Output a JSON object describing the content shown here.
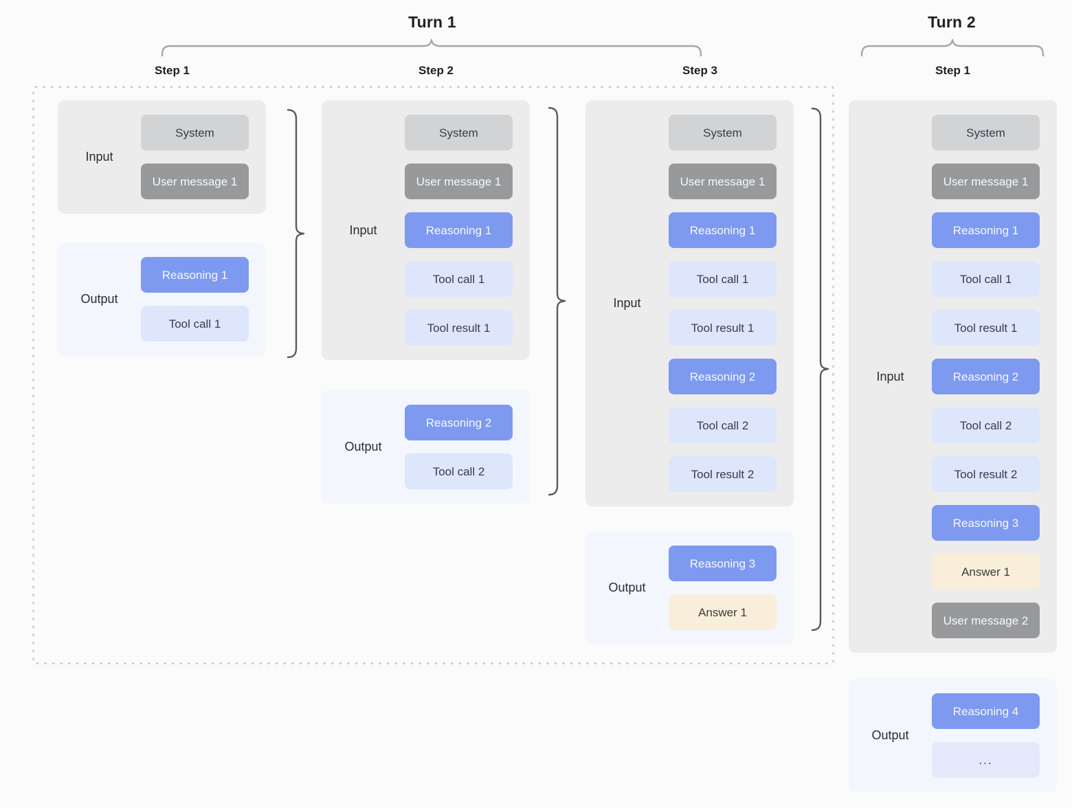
{
  "turns": [
    {
      "label": "Turn 1"
    },
    {
      "label": "Turn 2"
    }
  ],
  "columns": [
    {
      "step_label": "Step 1",
      "input": {
        "label": "Input",
        "items": [
          {
            "text": "System",
            "type": "system"
          },
          {
            "text": "User message 1",
            "type": "user"
          }
        ]
      },
      "output": {
        "label": "Output",
        "items": [
          {
            "text": "Reasoning 1",
            "type": "reasoning"
          },
          {
            "text": "Tool call 1",
            "type": "tool"
          }
        ]
      }
    },
    {
      "step_label": "Step 2",
      "input": {
        "label": "Input",
        "items": [
          {
            "text": "System",
            "type": "system"
          },
          {
            "text": "User message 1",
            "type": "user"
          },
          {
            "text": "Reasoning 1",
            "type": "reasoning"
          },
          {
            "text": "Tool call 1",
            "type": "tool"
          },
          {
            "text": "Tool result 1",
            "type": "tool"
          }
        ]
      },
      "output": {
        "label": "Output",
        "items": [
          {
            "text": "Reasoning 2",
            "type": "reasoning"
          },
          {
            "text": "Tool call 2",
            "type": "tool"
          }
        ]
      }
    },
    {
      "step_label": "Step 3",
      "input": {
        "label": "Input",
        "items": [
          {
            "text": "System",
            "type": "system"
          },
          {
            "text": "User message 1",
            "type": "user"
          },
          {
            "text": "Reasoning 1",
            "type": "reasoning"
          },
          {
            "text": "Tool call 1",
            "type": "tool"
          },
          {
            "text": "Tool result 1",
            "type": "tool"
          },
          {
            "text": "Reasoning 2",
            "type": "reasoning"
          },
          {
            "text": "Tool call 2",
            "type": "tool"
          },
          {
            "text": "Tool result 2",
            "type": "tool"
          }
        ]
      },
      "output": {
        "label": "Output",
        "items": [
          {
            "text": "Reasoning 3",
            "type": "reasoning"
          },
          {
            "text": "Answer 1",
            "type": "answer"
          }
        ]
      }
    },
    {
      "step_label": "Step 1",
      "input": {
        "label": "Input",
        "items": [
          {
            "text": "System",
            "type": "system"
          },
          {
            "text": "User message 1",
            "type": "user"
          },
          {
            "text": "Reasoning 1",
            "type": "reasoning"
          },
          {
            "text": "Tool call 1",
            "type": "tool"
          },
          {
            "text": "Tool result 1",
            "type": "tool"
          },
          {
            "text": "Reasoning 2",
            "type": "reasoning"
          },
          {
            "text": "Tool call 2",
            "type": "tool"
          },
          {
            "text": "Tool result 2",
            "type": "tool"
          },
          {
            "text": "Reasoning 3",
            "type": "reasoning"
          },
          {
            "text": "Answer 1",
            "type": "answer"
          },
          {
            "text": "User message 2",
            "type": "user"
          }
        ]
      },
      "output": {
        "label": "Output",
        "items": [
          {
            "text": "Reasoning 4",
            "type": "reasoning"
          },
          {
            "text": "...",
            "type": "ellipsis"
          }
        ]
      }
    }
  ],
  "colors": {
    "canvas_bg": "#fbfbfc",
    "reasoning_blue": "#7d9af0",
    "tool_call_blue": "#dde6fb",
    "ellipsis_blue": "#e3e9fb",
    "system_gray": "#d2d3d5",
    "user_message_gray": "#98999b",
    "answer_cream": "#f9eeda",
    "input_panel_gray": "#ececed",
    "output_panel_blue": "#f3f6fd",
    "brace_dark": "#565a61",
    "brace_light": "#a4a6a9",
    "dash_border": "#cbcccd",
    "title_text": "#202124",
    "label_text": "#2b2c2f",
    "chip_dark_text": "#363c4e",
    "chip_light_text": "#f7f9ff"
  }
}
